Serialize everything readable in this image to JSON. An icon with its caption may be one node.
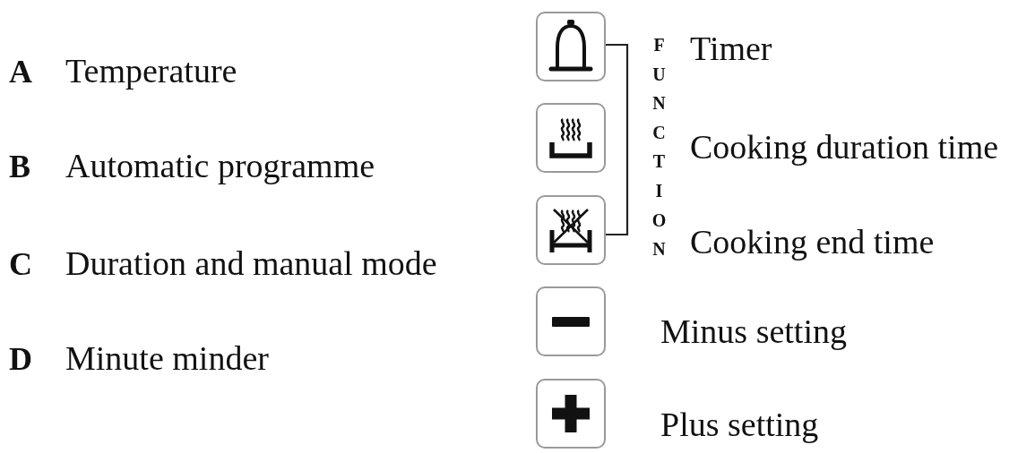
{
  "diagram": {
    "labels": [
      "A",
      "Temperature",
      "B",
      "Automatic programme",
      "C",
      "Duration and manual mode",
      "D",
      "Minute minder",
      "FUNCTION",
      "Timer",
      "Cooking duration time",
      "Cooking end time",
      "Minus setting",
      "Plus setting"
    ]
  }
}
